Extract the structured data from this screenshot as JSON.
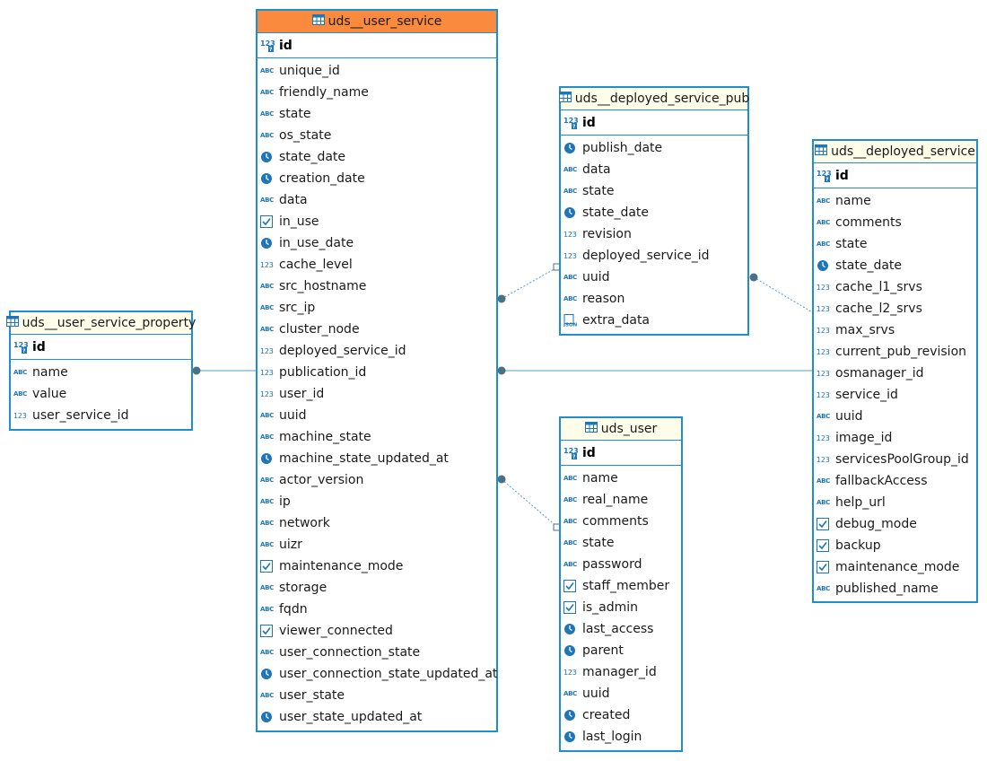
{
  "tables": {
    "user_service": {
      "name": "uds__user_service",
      "pk": "id",
      "columns": [
        {
          "name": "unique_id",
          "type": "abc"
        },
        {
          "name": "friendly_name",
          "type": "abc"
        },
        {
          "name": "state",
          "type": "abc"
        },
        {
          "name": "os_state",
          "type": "abc"
        },
        {
          "name": "state_date",
          "type": "date"
        },
        {
          "name": "creation_date",
          "type": "date"
        },
        {
          "name": "data",
          "type": "abc"
        },
        {
          "name": "in_use",
          "type": "bool"
        },
        {
          "name": "in_use_date",
          "type": "date"
        },
        {
          "name": "cache_level",
          "type": "num"
        },
        {
          "name": "src_hostname",
          "type": "abc"
        },
        {
          "name": "src_ip",
          "type": "abc"
        },
        {
          "name": "cluster_node",
          "type": "abc"
        },
        {
          "name": "deployed_service_id",
          "type": "num"
        },
        {
          "name": "publication_id",
          "type": "num"
        },
        {
          "name": "user_id",
          "type": "num"
        },
        {
          "name": "uuid",
          "type": "abc"
        },
        {
          "name": "machine_state",
          "type": "abc"
        },
        {
          "name": "machine_state_updated_at",
          "type": "date"
        },
        {
          "name": "actor_version",
          "type": "abc"
        },
        {
          "name": "ip",
          "type": "abc"
        },
        {
          "name": "network",
          "type": "abc"
        },
        {
          "name": "uizr",
          "type": "abc"
        },
        {
          "name": "maintenance_mode",
          "type": "bool"
        },
        {
          "name": "storage",
          "type": "abc"
        },
        {
          "name": "fqdn",
          "type": "abc"
        },
        {
          "name": "viewer_connected",
          "type": "bool"
        },
        {
          "name": "user_connection_state",
          "type": "abc"
        },
        {
          "name": "user_connection_state_updated_at",
          "type": "date"
        },
        {
          "name": "user_state",
          "type": "abc"
        },
        {
          "name": "user_state_updated_at",
          "type": "date"
        }
      ]
    },
    "user_service_property": {
      "name": "uds__user_service_property",
      "pk": "id",
      "columns": [
        {
          "name": "name",
          "type": "abc"
        },
        {
          "name": "value",
          "type": "abc"
        },
        {
          "name": "user_service_id",
          "type": "num"
        }
      ]
    },
    "deployed_service_pub": {
      "name": "uds__deployed_service_pub",
      "pk": "id",
      "columns": [
        {
          "name": "publish_date",
          "type": "date"
        },
        {
          "name": "data",
          "type": "abc"
        },
        {
          "name": "state",
          "type": "abc"
        },
        {
          "name": "state_date",
          "type": "date"
        },
        {
          "name": "revision",
          "type": "num"
        },
        {
          "name": "deployed_service_id",
          "type": "num"
        },
        {
          "name": "uuid",
          "type": "abc"
        },
        {
          "name": "reason",
          "type": "abc"
        },
        {
          "name": "extra_data",
          "type": "json"
        }
      ]
    },
    "user": {
      "name": "uds_user",
      "pk": "id",
      "columns": [
        {
          "name": "name",
          "type": "abc"
        },
        {
          "name": "real_name",
          "type": "abc"
        },
        {
          "name": "comments",
          "type": "abc"
        },
        {
          "name": "state",
          "type": "abc"
        },
        {
          "name": "password",
          "type": "abc"
        },
        {
          "name": "staff_member",
          "type": "bool"
        },
        {
          "name": "is_admin",
          "type": "bool"
        },
        {
          "name": "last_access",
          "type": "date"
        },
        {
          "name": "parent",
          "type": "date"
        },
        {
          "name": "manager_id",
          "type": "num"
        },
        {
          "name": "uuid",
          "type": "abc"
        },
        {
          "name": "created",
          "type": "date"
        },
        {
          "name": "last_login",
          "type": "date"
        }
      ]
    },
    "deployed_service": {
      "name": "uds__deployed_service",
      "pk": "id",
      "columns": [
        {
          "name": "name",
          "type": "abc"
        },
        {
          "name": "comments",
          "type": "abc"
        },
        {
          "name": "state",
          "type": "abc"
        },
        {
          "name": "state_date",
          "type": "date"
        },
        {
          "name": "cache_l1_srvs",
          "type": "num"
        },
        {
          "name": "cache_l2_srvs",
          "type": "num"
        },
        {
          "name": "max_srvs",
          "type": "num"
        },
        {
          "name": "current_pub_revision",
          "type": "num"
        },
        {
          "name": "osmanager_id",
          "type": "num"
        },
        {
          "name": "service_id",
          "type": "num"
        },
        {
          "name": "uuid",
          "type": "abc"
        },
        {
          "name": "image_id",
          "type": "num"
        },
        {
          "name": "servicesPoolGroup_id",
          "type": "num"
        },
        {
          "name": "fallbackAccess",
          "type": "abc"
        },
        {
          "name": "help_url",
          "type": "abc"
        },
        {
          "name": "debug_mode",
          "type": "bool"
        },
        {
          "name": "backup",
          "type": "bool"
        },
        {
          "name": "maintenance_mode",
          "type": "bool"
        },
        {
          "name": "published_name",
          "type": "abc"
        }
      ]
    }
  },
  "type_icons": {
    "abc": "text-type-icon",
    "num": "numeric-type-icon",
    "date": "clock-type-icon",
    "bool": "checkbox-type-icon",
    "json": "json-type-icon",
    "pk": "numeric-key-icon"
  },
  "colors": {
    "border": "#1e8fc8",
    "header_default": "#fdfdea",
    "header_selected": "#fa8a3e",
    "link": "#5b9bc4",
    "link_dot": "#4a6f86",
    "icon": "#1e76b8"
  }
}
